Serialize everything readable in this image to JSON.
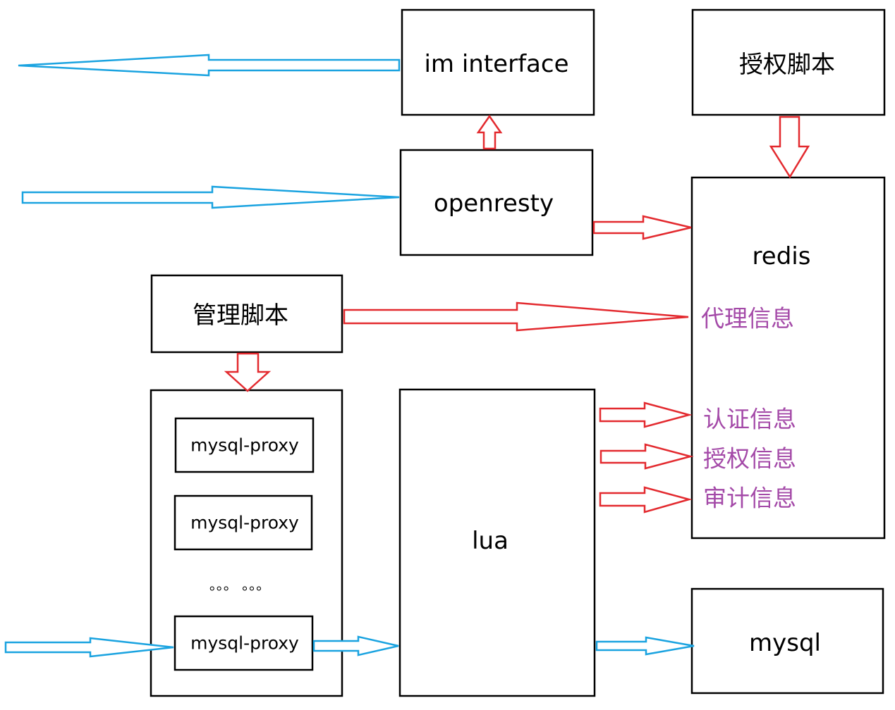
{
  "boxes": {
    "im_interface": "im interface",
    "auth_script": "授权脚本",
    "openresty": "openresty",
    "redis": "redis",
    "mgmt_script": "管理脚本",
    "mysql_proxy_1": "mysql-proxy",
    "mysql_proxy_2": "mysql-proxy",
    "mysql_proxy_3": "mysql-proxy",
    "ellipsis": "。。。  。。。",
    "lua": "lua",
    "mysql": "mysql"
  },
  "redis_items": {
    "proxy_info": "代理信息",
    "authn_info": "认证信息",
    "authz_info": "授权信息",
    "audit_info": "审计信息"
  },
  "colors": {
    "red_arrow": "#e32a2f",
    "blue_arrow": "#1aa3e0",
    "purple_text": "#a44aa8",
    "box_border": "#000000"
  }
}
